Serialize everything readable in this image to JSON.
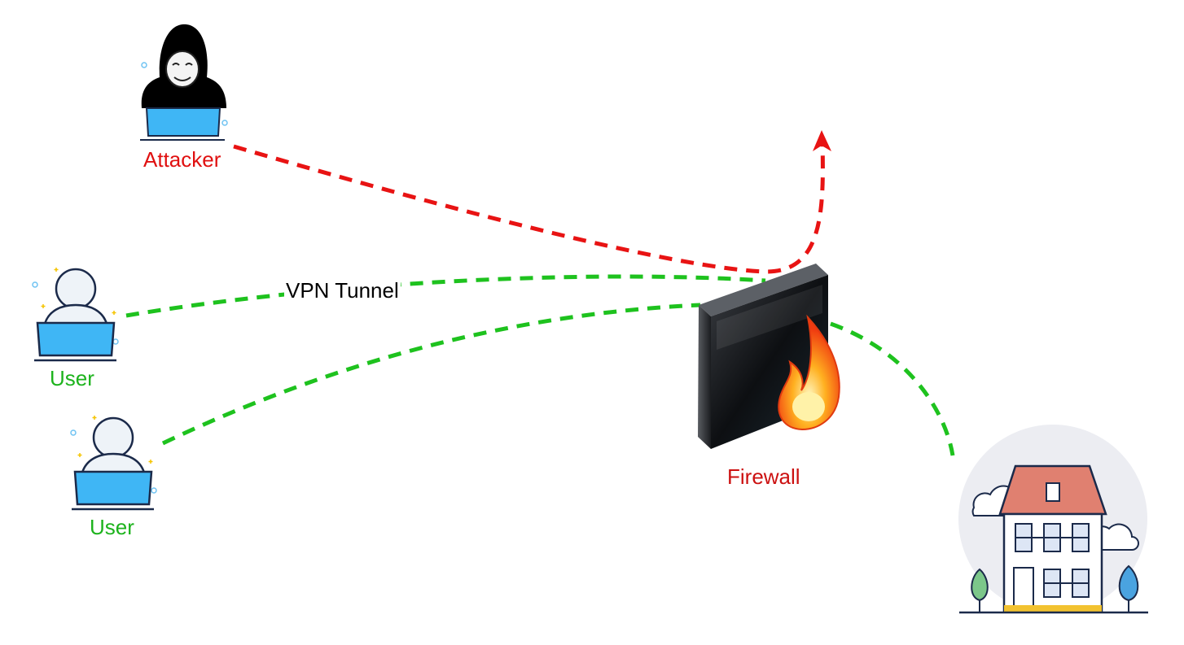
{
  "labels": {
    "attacker": "Attacker",
    "user_1": "User",
    "user_2": "User",
    "firewall": "Firewall",
    "tunnel": "VPN Tunnel"
  },
  "colors": {
    "attacker": "#e01010",
    "user": "#1db31d",
    "firewall": "#cc1111",
    "attack_path": "#e81313",
    "tunnel_path": "#1ec21e",
    "laptop": "#3fb6f5",
    "house_roof": "#e08070"
  },
  "icons": [
    "hacker-icon",
    "user-laptop-icon",
    "firewall-icon",
    "house-icon"
  ]
}
